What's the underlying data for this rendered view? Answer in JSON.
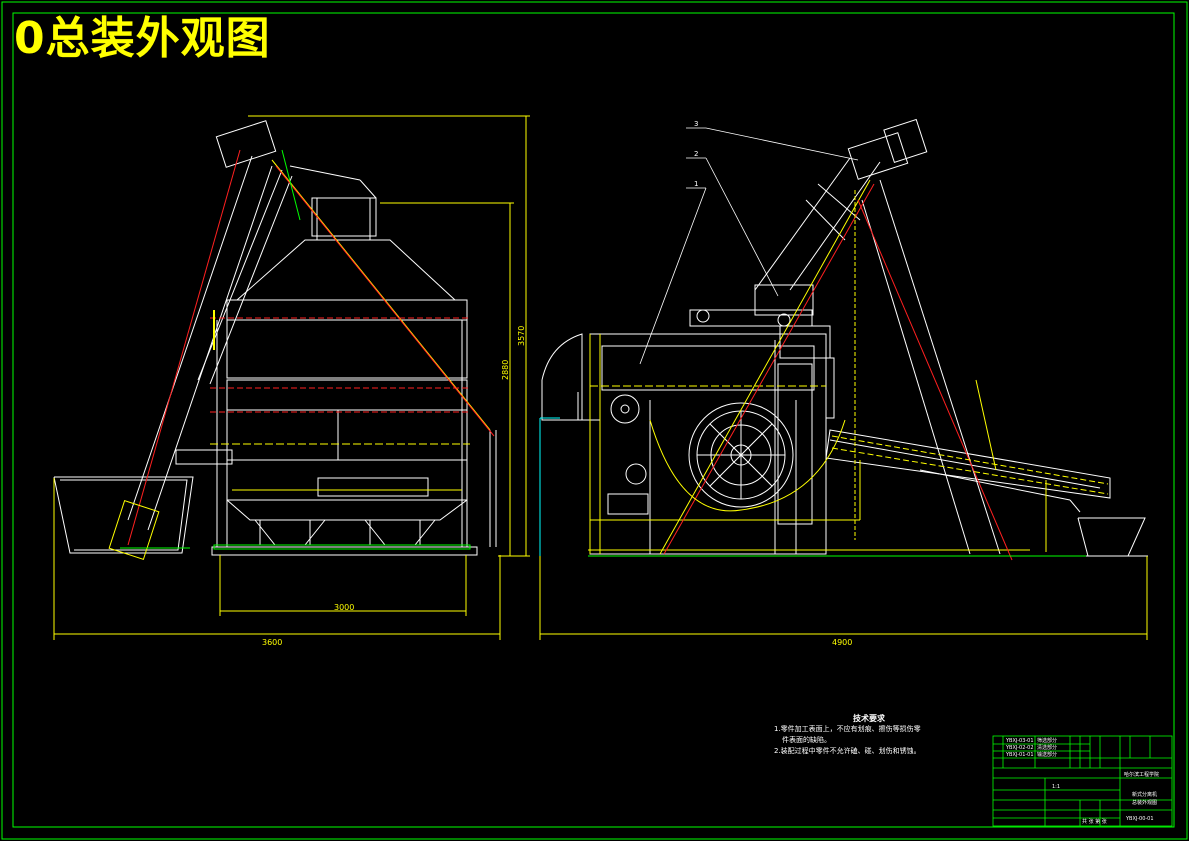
{
  "title": "0总装外观图",
  "dimensions": {
    "left_width": "3600",
    "left_base": "3000",
    "left_height_total": "3570",
    "left_height_inner": "2880",
    "right_width": "4900"
  },
  "leaders": [
    "3",
    "2",
    "1"
  ],
  "tech_requirements": {
    "heading": "技术要求",
    "line1": "1.零件加工表面上，不应有划痕、擦伤等损伤零",
    "line1b": "件表面的缺陷。",
    "line2": "2.装配过程中零件不允许磕、碰、划伤和锈蚀。"
  },
  "title_block": {
    "drawing_no": "YBXJ-00-01",
    "name_line1": "新式分离机",
    "name_line2": "总装外观图",
    "school": "哈尔滨工程学院",
    "scale": "1:1",
    "sheet": "共 张 第 张",
    "parts": [
      {
        "no": "YBXJ-03-01",
        "name": "筛选部分"
      },
      {
        "no": "YBXJ-02-02",
        "name": "清选部分"
      },
      {
        "no": "YBXJ-01-01",
        "name": "输送部分"
      }
    ]
  },
  "colors": {
    "background": "#000000",
    "frame": "#00ff00",
    "outline": "#ffffff",
    "yellow": "#ffff00",
    "red": "#ff2020",
    "cyan": "#00ffff"
  }
}
